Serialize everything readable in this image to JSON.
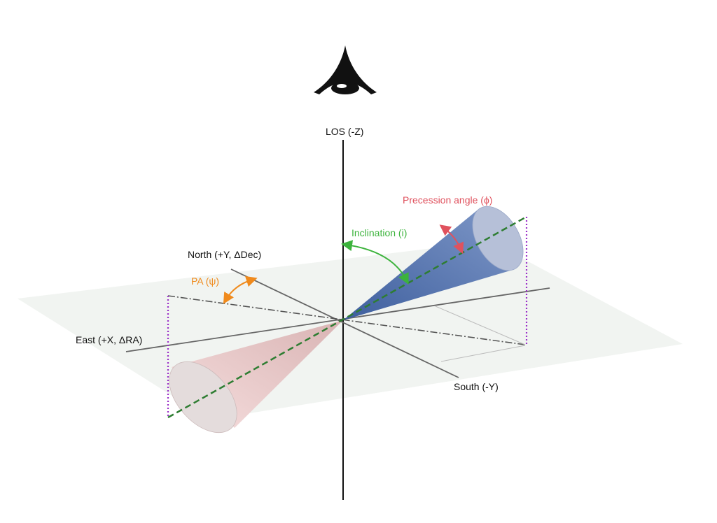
{
  "labels": {
    "los": "LOS (-Z)",
    "precession": "Precession angle (ϕ)",
    "inclination": "Inclination (i)",
    "north": "North (+Y, ΔDec)",
    "pa": "PA (ψ)",
    "east": "East (+X, ΔRA)",
    "south": "South (-Y)"
  },
  "colors": {
    "precession": "#e0525e",
    "inclination": "#3cb33c",
    "pa": "#f08a1c",
    "projection": "#9b30c8",
    "jet_axis": "#2e7d32",
    "approaching_cone": "#4a6aa8",
    "receding_cone": "#e8c4c4"
  },
  "icons": [
    "observer-eye-icon"
  ]
}
